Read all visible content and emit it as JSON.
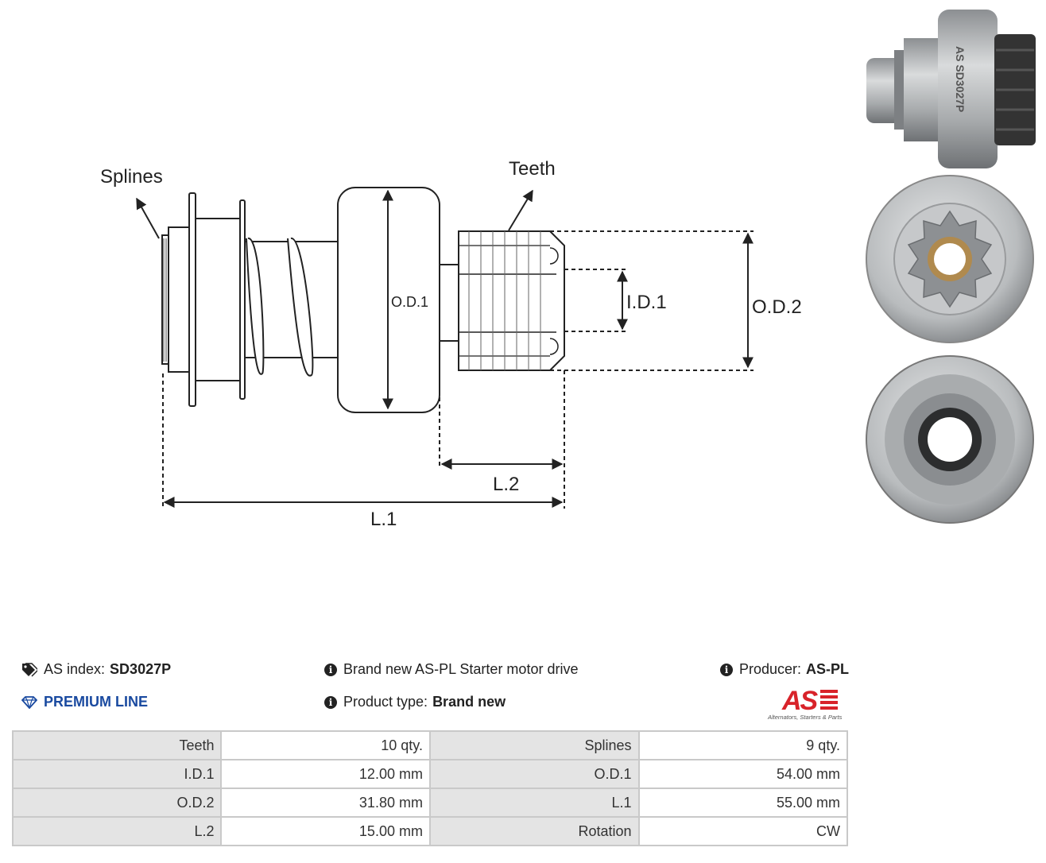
{
  "diagram": {
    "labels": {
      "splines": "Splines",
      "teeth": "Teeth",
      "od1": "O.D.1",
      "id1": "I.D.1",
      "od2": "O.D.2",
      "l2": "L.2",
      "l1": "L.1"
    }
  },
  "info": {
    "as_index_label": "AS index:",
    "as_index_value": "SD3027P",
    "premium_line": "PREMIUM LINE",
    "description": "Brand new AS-PL Starter motor drive",
    "product_type_label": "Product type:",
    "product_type_value": "Brand new",
    "producer_label": "Producer:",
    "producer_value": "AS-PL",
    "photo_marking": "AS SD3027P",
    "logo_tagline": "Alternators, Starters & Parts",
    "icons": [
      "tag-icon",
      "diamond-icon",
      "info-icon",
      "as-logo"
    ],
    "accent_color": "#1a4aa0",
    "logo_color": "#d8232a"
  },
  "specs": {
    "rows": [
      {
        "k1": "Teeth",
        "v1": "10 qty.",
        "k2": "Splines",
        "v2": "9 qty."
      },
      {
        "k1": "I.D.1",
        "v1": "12.00 mm",
        "k2": "O.D.1",
        "v2": "54.00 mm"
      },
      {
        "k1": "O.D.2",
        "v1": "31.80 mm",
        "k2": "L.1",
        "v2": "55.00 mm"
      },
      {
        "k1": "L.2",
        "v1": "15.00 mm",
        "k2": "Rotation",
        "v2": "CW"
      }
    ]
  }
}
